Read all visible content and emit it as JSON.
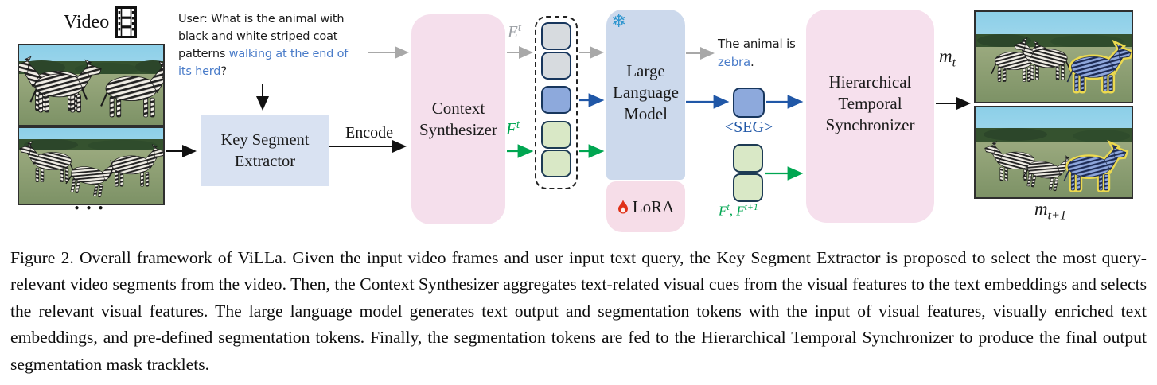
{
  "palette": {
    "comic_blue": "#4a7cc9",
    "deep_blue_arrow": "#2057a7",
    "green_arrow": "#00a651",
    "gray_arrow": "#a8a8a8",
    "pink_box": "#f5dfec",
    "llm_blue_box": "#ccd9ec",
    "extractor_box": "#d9e2f2",
    "lora_pink": "#f6dde8",
    "token_gray": "#d7dbdf",
    "token_blue": "#8da9dc",
    "token_green": "#d9e8c6",
    "mask_highlight_yellow": "#ecd94f"
  },
  "figure": {
    "video_label": "Video",
    "frames_ellipsis": "●●●",
    "user_query": {
      "lines": [
        {
          "segments": [
            {
              "text": "User:  What is the animal with"
            }
          ]
        },
        {
          "segments": [
            {
              "text": "black and white striped coat"
            }
          ]
        },
        {
          "segments": [
            {
              "text": "patterns "
            },
            {
              "text": "walking at the end of"
            }
          ]
        },
        {
          "segments": [
            {
              "text": "its herd"
            },
            {
              "text": "?"
            }
          ]
        }
      ]
    },
    "boxes": {
      "key_segment_extractor": "Key Segment Extractor",
      "encode": "Encode",
      "context_synthesizer": "Context Synthesizer",
      "large_language_model": "Large Language Model",
      "lora": "LoRA",
      "hierarchical_temporal_synchronizer": "Hierarchical Temporal Synchronizer"
    },
    "labels": {
      "e": {
        "base": "E",
        "sup": "t"
      },
      "f": {
        "base": "F",
        "sup": "t"
      },
      "seg": "<SEG>",
      "ff": {
        "base1": "F",
        "sup1": "t",
        "sep": ", ",
        "base2": "F",
        "sup2": "t+1"
      }
    },
    "answer": {
      "line1": "The animal is",
      "zebra": "zebra",
      "period": "."
    },
    "masks": {
      "m1": {
        "base": "m",
        "sub": "t"
      },
      "m2": {
        "base": "m",
        "sub": "t+1"
      }
    },
    "icons": {
      "snowflake_glyph": "❄",
      "film_icon_name": "film-strip-icon",
      "flame_icon_name": "flame-icon"
    }
  },
  "caption": "Figure 2. Overall framework of ViLLa. Given the input video frames and user input text query, the Key Segment Extractor is proposed to select the most query-relevant video segments from the video. Then, the Context Synthesizer aggregates text-related visual cues from the visual features to the text embeddings and selects the relevant visual features. The large language model generates text output and segmentation tokens with the input of visual features, visually enriched text embeddings, and pre-defined segmentation tokens. Finally, the segmentation tokens are fed to the Hierarchical Temporal Synchronizer to produce the final output segmentation mask tracklets."
}
